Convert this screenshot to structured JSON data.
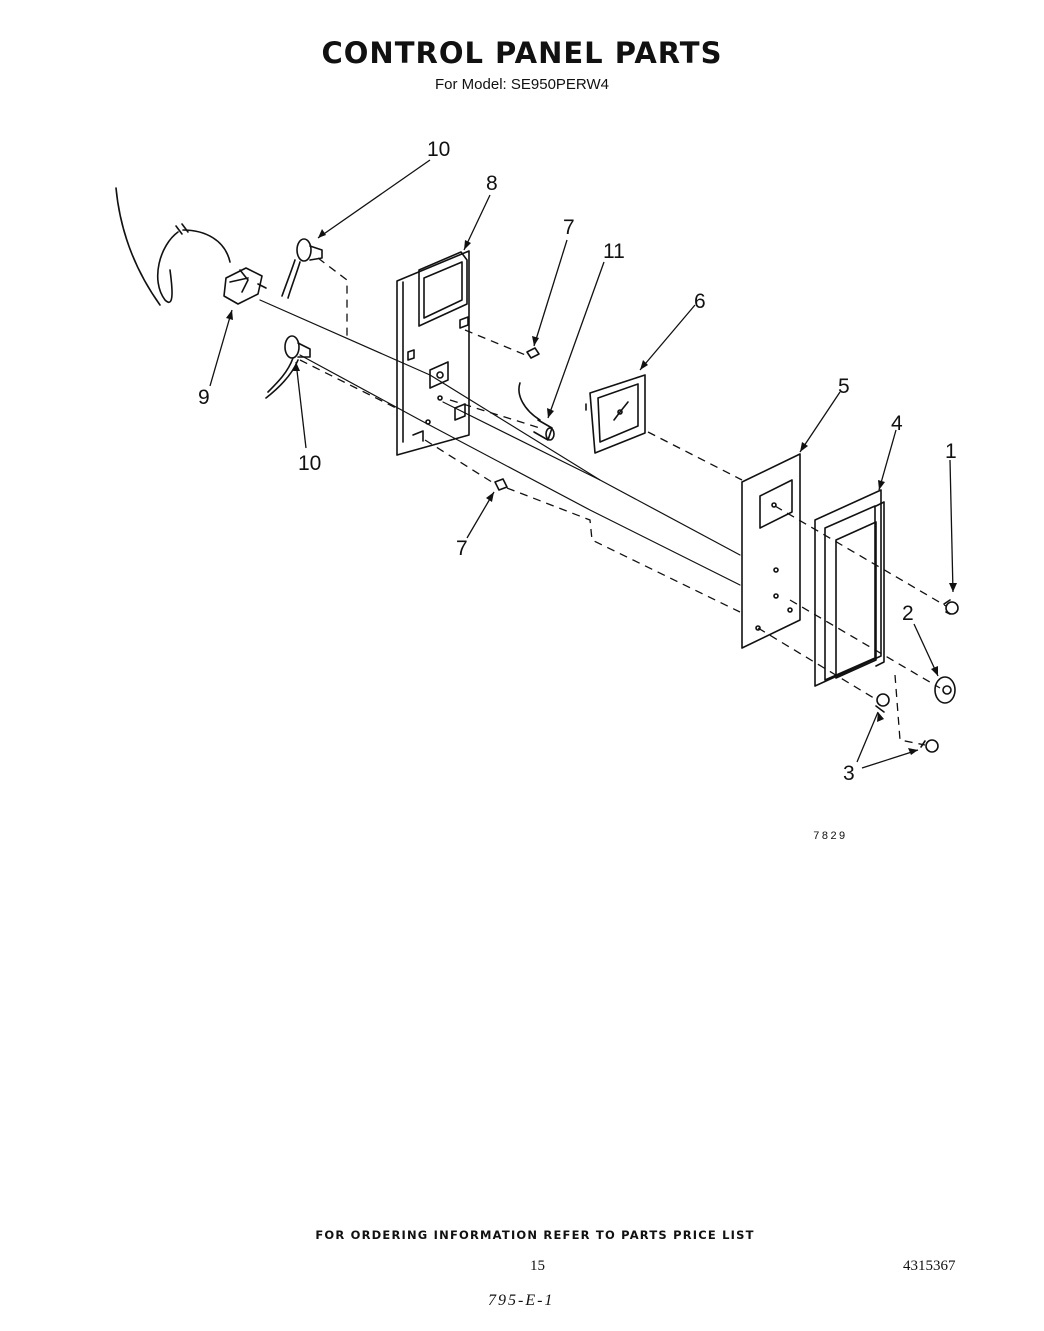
{
  "header": {
    "title": "CONTROL PANEL PARTS",
    "subtitle": "For Model: SE950PERW4"
  },
  "callouts": {
    "c1": "1",
    "c2": "2",
    "c3": "3",
    "c4": "4",
    "c5": "5",
    "c6": "6",
    "c7_top": "7",
    "c7_bottom": "7",
    "c8": "8",
    "c9": "9",
    "c10_top": "10",
    "c10_bottom": "10",
    "c11": "11"
  },
  "figure_number": "7829",
  "footer": {
    "ordering_note": "FOR ORDERING INFORMATION REFER TO PARTS PRICE LIST",
    "page_number": "15",
    "document_number": "4315367",
    "handwritten_code": "795-E-1"
  }
}
